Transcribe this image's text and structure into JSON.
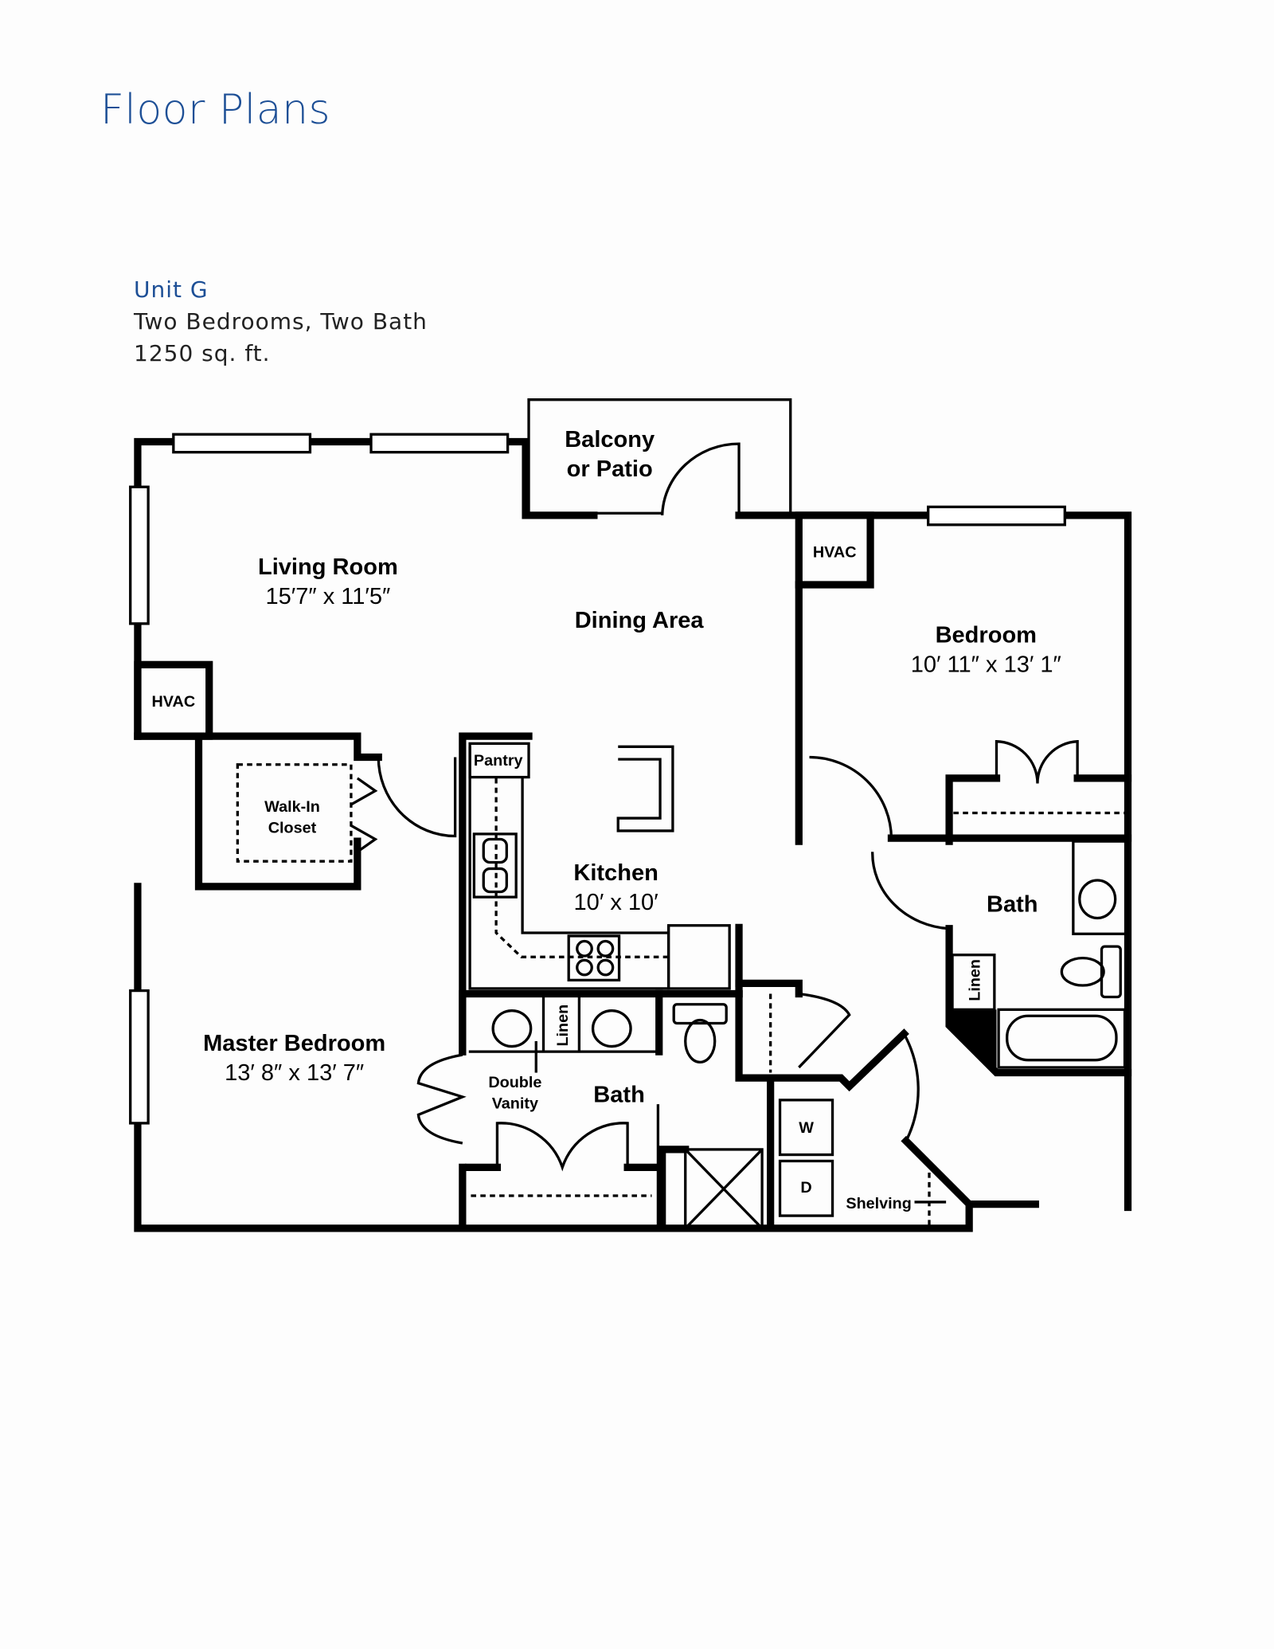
{
  "header": {
    "title": "Floor Plans"
  },
  "unit": {
    "name": "Unit G",
    "layout": "Two Bedrooms, Two Bath",
    "area": "1250 sq. ft."
  },
  "plan": {
    "balcony": [
      "Balcony",
      "or Patio"
    ],
    "living_room": {
      "label": "Living Room",
      "dims": "15′7″ x 11′5″"
    },
    "dining": "Dining Area",
    "bedroom": {
      "label": "Bedroom",
      "dims": "10′ 11″ x 13′ 1″"
    },
    "hvac_left": "HVAC",
    "hvac_right": "HVAC",
    "walk_in": [
      "Walk-In",
      "Closet"
    ],
    "pantry": "Pantry",
    "kitchen": {
      "label": "Kitchen",
      "dims": "10′ x 10′"
    },
    "bath_right": "Bath",
    "linen_right": "Linen",
    "master": {
      "label": "Master Bedroom",
      "dims": "13′ 8″ x 13′ 7″"
    },
    "linen_master": "Linen",
    "double_vanity": [
      "Double",
      "Vanity"
    ],
    "bath_master": "Bath",
    "washer": "W",
    "dryer": "D",
    "shelving": "Shelving"
  }
}
